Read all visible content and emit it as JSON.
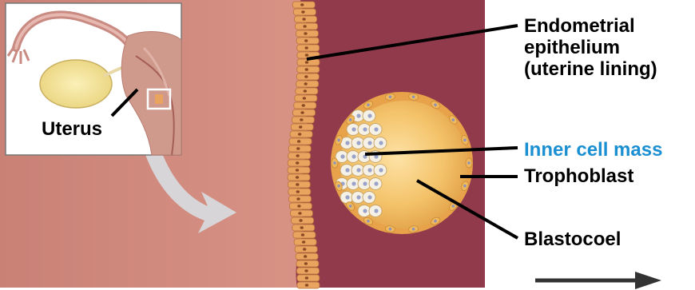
{
  "labels": {
    "endometrial": [
      "Endometrial",
      "epithelium",
      "(uterine lining)"
    ],
    "inner_cell_mass": "Inner cell mass",
    "trophoblast": "Trophoblast",
    "blastocoel": "Blastocoel",
    "uterus": "Uterus"
  },
  "colors": {
    "uterine_tissue": "#cf8a7e",
    "uterine_wall_dark": "#913a4b",
    "epithelium_cells": "#e9a460",
    "blastocyst_fill": "#f4c36a",
    "inner_cell_mass_label": "#1a8fd1",
    "arrow_fill": "#d7d9dc"
  },
  "icons": {
    "process_arrow": "right-arrow-icon",
    "migration_arrow": "curved-arrow-icon"
  }
}
